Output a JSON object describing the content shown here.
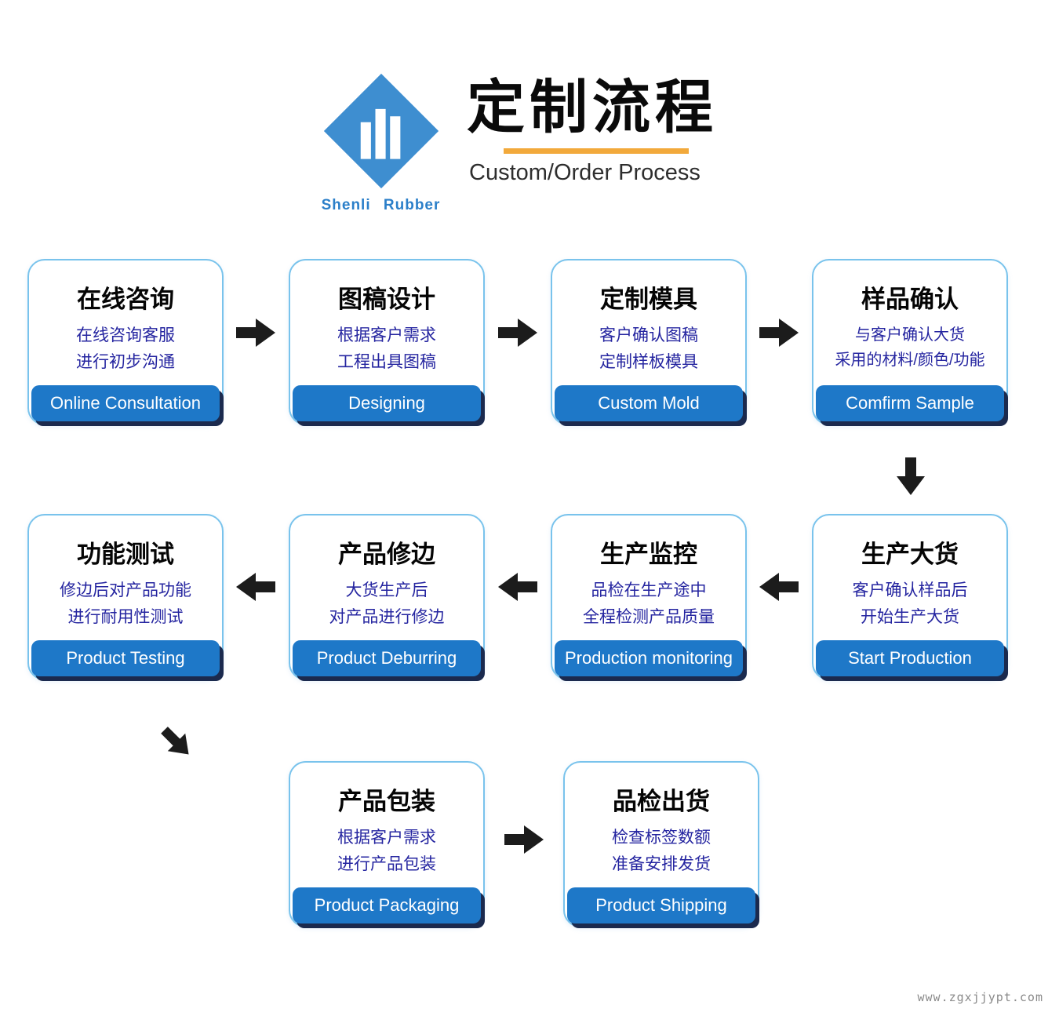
{
  "header": {
    "logo_text": "Shenli  Rubber",
    "title": "定制流程",
    "subtitle": "Custom/Order Process"
  },
  "steps": [
    {
      "title": "在线咨询",
      "desc1": "在线咨询客服",
      "desc2": "进行初步沟通",
      "label": "Online Consultation"
    },
    {
      "title": "图稿设计",
      "desc1": "根据客户需求",
      "desc2": "工程出具图稿",
      "label": "Designing"
    },
    {
      "title": "定制模具",
      "desc1": "客户确认图稿",
      "desc2": "定制样板模具",
      "label": "Custom Mold"
    },
    {
      "title": "样品确认",
      "desc1": "与客户确认大货",
      "desc2": "采用的材料/颜色/功能",
      "label": "Comfirm Sample"
    },
    {
      "title": "生产大货",
      "desc1": "客户确认样品后",
      "desc2": "开始生产大货",
      "label": "Start Production"
    },
    {
      "title": "生产监控",
      "desc1": "品检在生产途中",
      "desc2": "全程检测产品质量",
      "label": "Production monitoring"
    },
    {
      "title": "产品修边",
      "desc1": "大货生产后",
      "desc2": "对产品进行修边",
      "label": "Product Deburring"
    },
    {
      "title": "功能测试",
      "desc1": "修边后对产品功能",
      "desc2": "进行耐用性测试",
      "label": "Product Testing"
    },
    {
      "title": "产品包装",
      "desc1": "根据客户需求",
      "desc2": "进行产品包装",
      "label": "Product Packaging"
    },
    {
      "title": "品检出货",
      "desc1": "检查标签数额",
      "desc2": "准备安排发货",
      "label": "Product Shipping"
    }
  ],
  "watermark": "www.zgxjjypt.com",
  "colors": {
    "pill_blue": "#1e78c8",
    "border_blue": "#79c3ec",
    "desc_navy": "#2525a0",
    "underline_orange": "#f2a93b",
    "logo_blue": "#3e8ed0",
    "arrow_black": "#1c1c1c"
  }
}
